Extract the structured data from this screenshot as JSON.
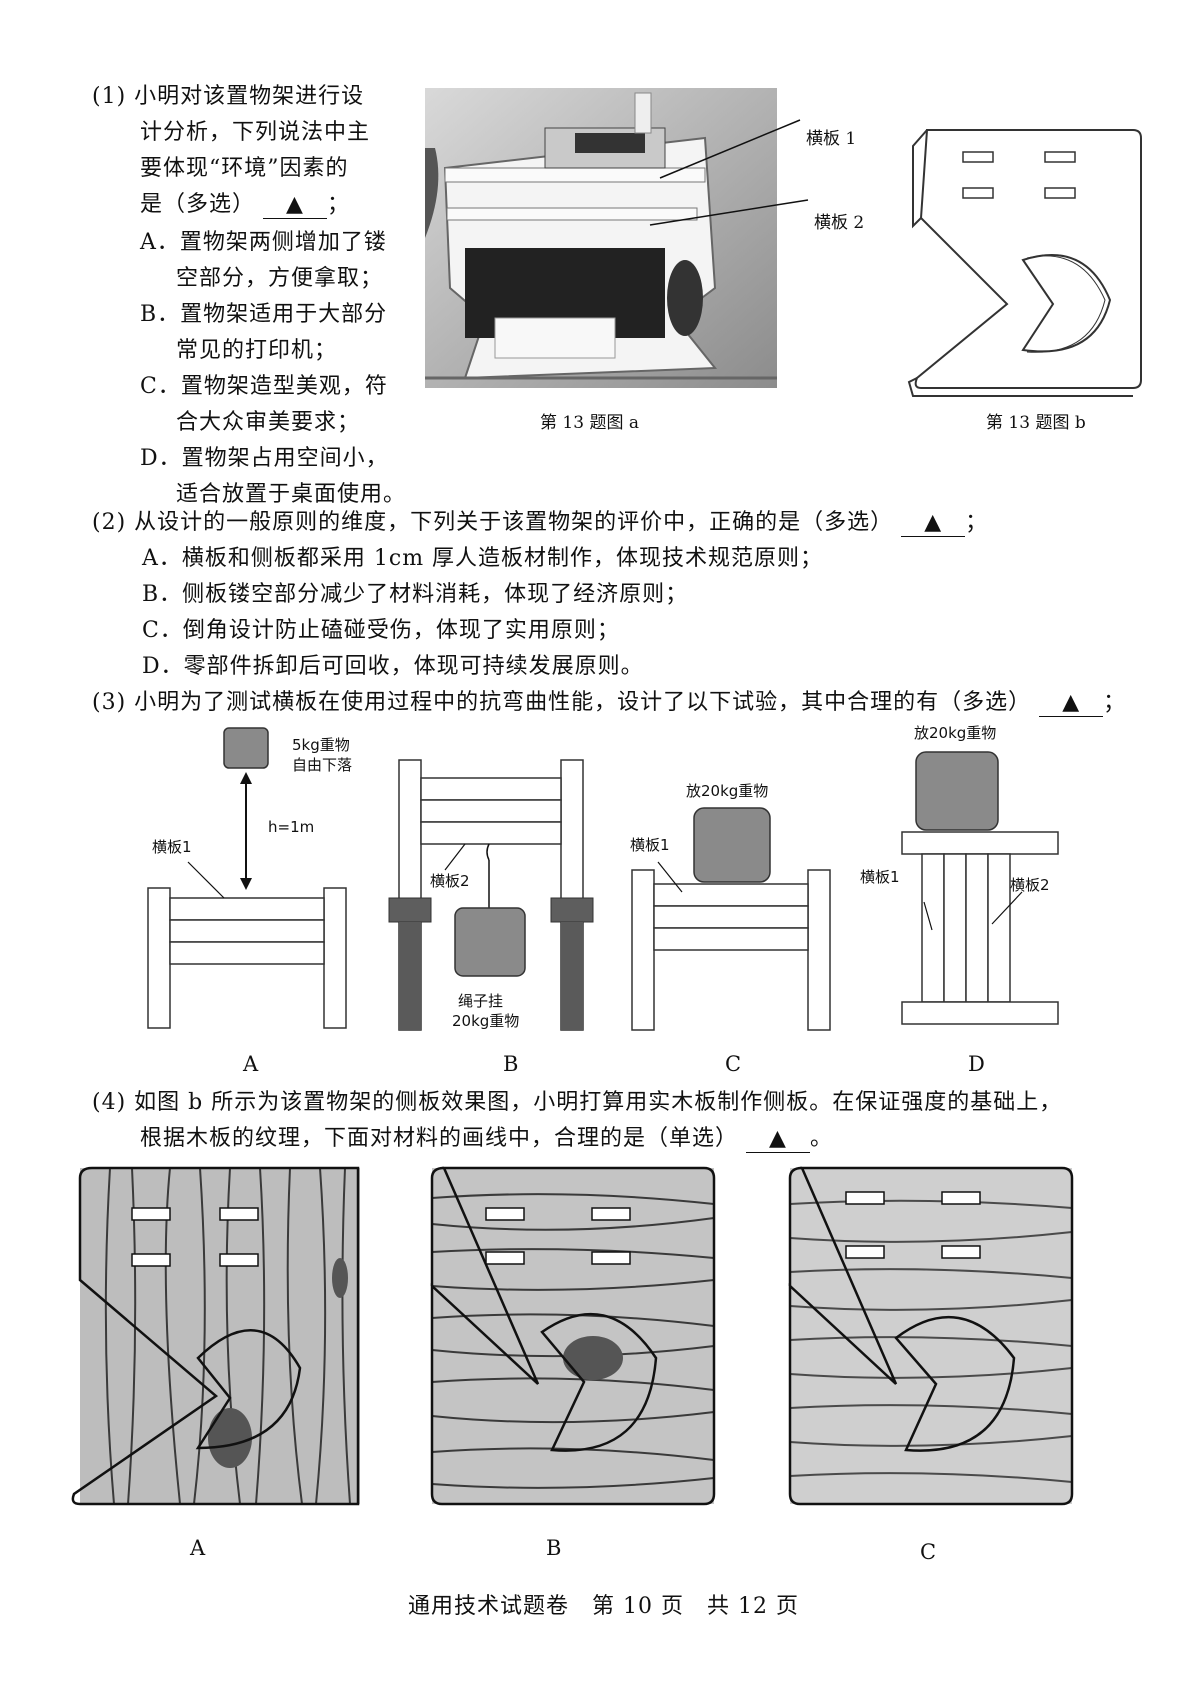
{
  "q1": {
    "stem_lines": [
      "(1) 小明对该置物架进行设",
      "计分析，下列说法中主",
      "要体现“环境”因素的",
      "是（多选）"
    ],
    "answer_mark": "▲",
    "tail": "；",
    "options": [
      [
        "A．置物架两侧增加了镂",
        "空部分，方便拿取；"
      ],
      [
        "B．置物架适用于大部分",
        "常见的打印机；"
      ],
      [
        "C．置物架造型美观，符",
        "合大众审美要求；"
      ],
      [
        "D．置物架占用空间小，",
        "适合放置于桌面使用。"
      ]
    ]
  },
  "figure_a": {
    "caption": "第 13 题图 a",
    "label1": "横板 1",
    "label2": "横板 2"
  },
  "figure_b": {
    "caption": "第 13 题图 b"
  },
  "q2": {
    "stem": "(2) 从设计的一般原则的维度，下列关于该置物架的评价中，正确的是（多选）",
    "answer_mark": "▲",
    "tail": "；",
    "options": [
      "A．横板和侧板都采用 1cm 厚人造板材制作，体现技术规范原则；",
      "B．侧板镂空部分减少了材料消耗，体现了经济原则；",
      "C．倒角设计防止磕碰受伤，体现了实用原则；",
      "D．零部件拆卸后可回收，体现可持续发展原则。"
    ]
  },
  "q3": {
    "stem": "(3) 小明为了测试横板在使用过程中的抗弯曲性能，设计了以下试验，其中合理的有（多选）",
    "answer_mark": "▲",
    "tail": "；",
    "diagrams": {
      "A": {
        "weight": [
          "5kg重物",
          "自由下落"
        ],
        "height": "h=1m",
        "board": "横板1",
        "letter": "A"
      },
      "B": {
        "board": "横板2",
        "weight": [
          "绳子挂",
          "20kg重物"
        ],
        "letter": "B"
      },
      "C": {
        "weight": "放20kg重物",
        "board": "横板1",
        "letter": "C"
      },
      "D": {
        "weight": "放20kg重物",
        "board1": "横板1",
        "board2": "横板2",
        "letter": "D"
      }
    }
  },
  "q4": {
    "line1": "(4) 如图 b 所示为该置物架的侧板效果图，小明打算用实木板制作侧板。在保证强度的基础上，",
    "line2": "根据木板的纹理，下面对材料的画线中，合理的是（单选）",
    "answer_mark": "▲",
    "tail": "。",
    "letters": [
      "A",
      "B",
      "C"
    ]
  },
  "footer": "通用技术试题卷　第 10 页　共 12 页"
}
